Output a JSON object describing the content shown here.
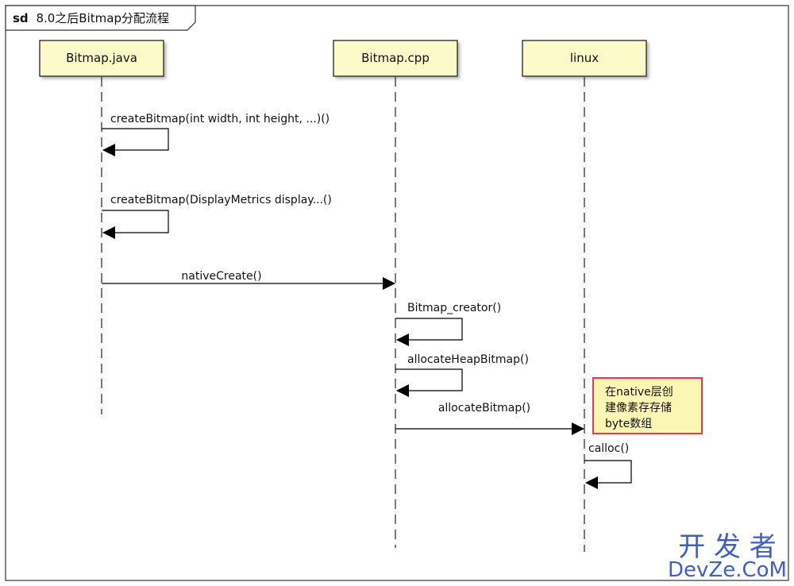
{
  "frame": {
    "keyword": "sd",
    "title": "8.0之后Bitmap分配流程"
  },
  "participants": [
    {
      "id": "java",
      "label": "Bitmap.java"
    },
    {
      "id": "cpp",
      "label": "Bitmap.cpp"
    },
    {
      "id": "linux",
      "label": "linux"
    }
  ],
  "messages": [
    {
      "label": "createBitmap(int width, int height, ...)()",
      "from": "java",
      "to": "java"
    },
    {
      "label": "createBitmap(DisplayMetrics display...()",
      "from": "java",
      "to": "java"
    },
    {
      "label": "nativeCreate()",
      "from": "java",
      "to": "cpp"
    },
    {
      "label": "Bitmap_creator()",
      "from": "cpp",
      "to": "cpp"
    },
    {
      "label": "allocateHeapBitmap()",
      "from": "cpp",
      "to": "cpp"
    },
    {
      "label": "allocateBitmap()",
      "from": "cpp",
      "to": "linux"
    },
    {
      "label": "calloc()",
      "from": "linux",
      "to": "linux"
    }
  ],
  "note": {
    "lines": [
      "在native层创",
      "建像素存存储",
      "byte数组"
    ]
  },
  "watermark": {
    "line1": "开 发 者",
    "line2": "DevZe.CoM"
  },
  "colors": {
    "participant_fill": "#fbfac8",
    "note_fill": "#fbf6b4",
    "note_border": "#e23b52",
    "watermark": "#2c4fb8"
  }
}
